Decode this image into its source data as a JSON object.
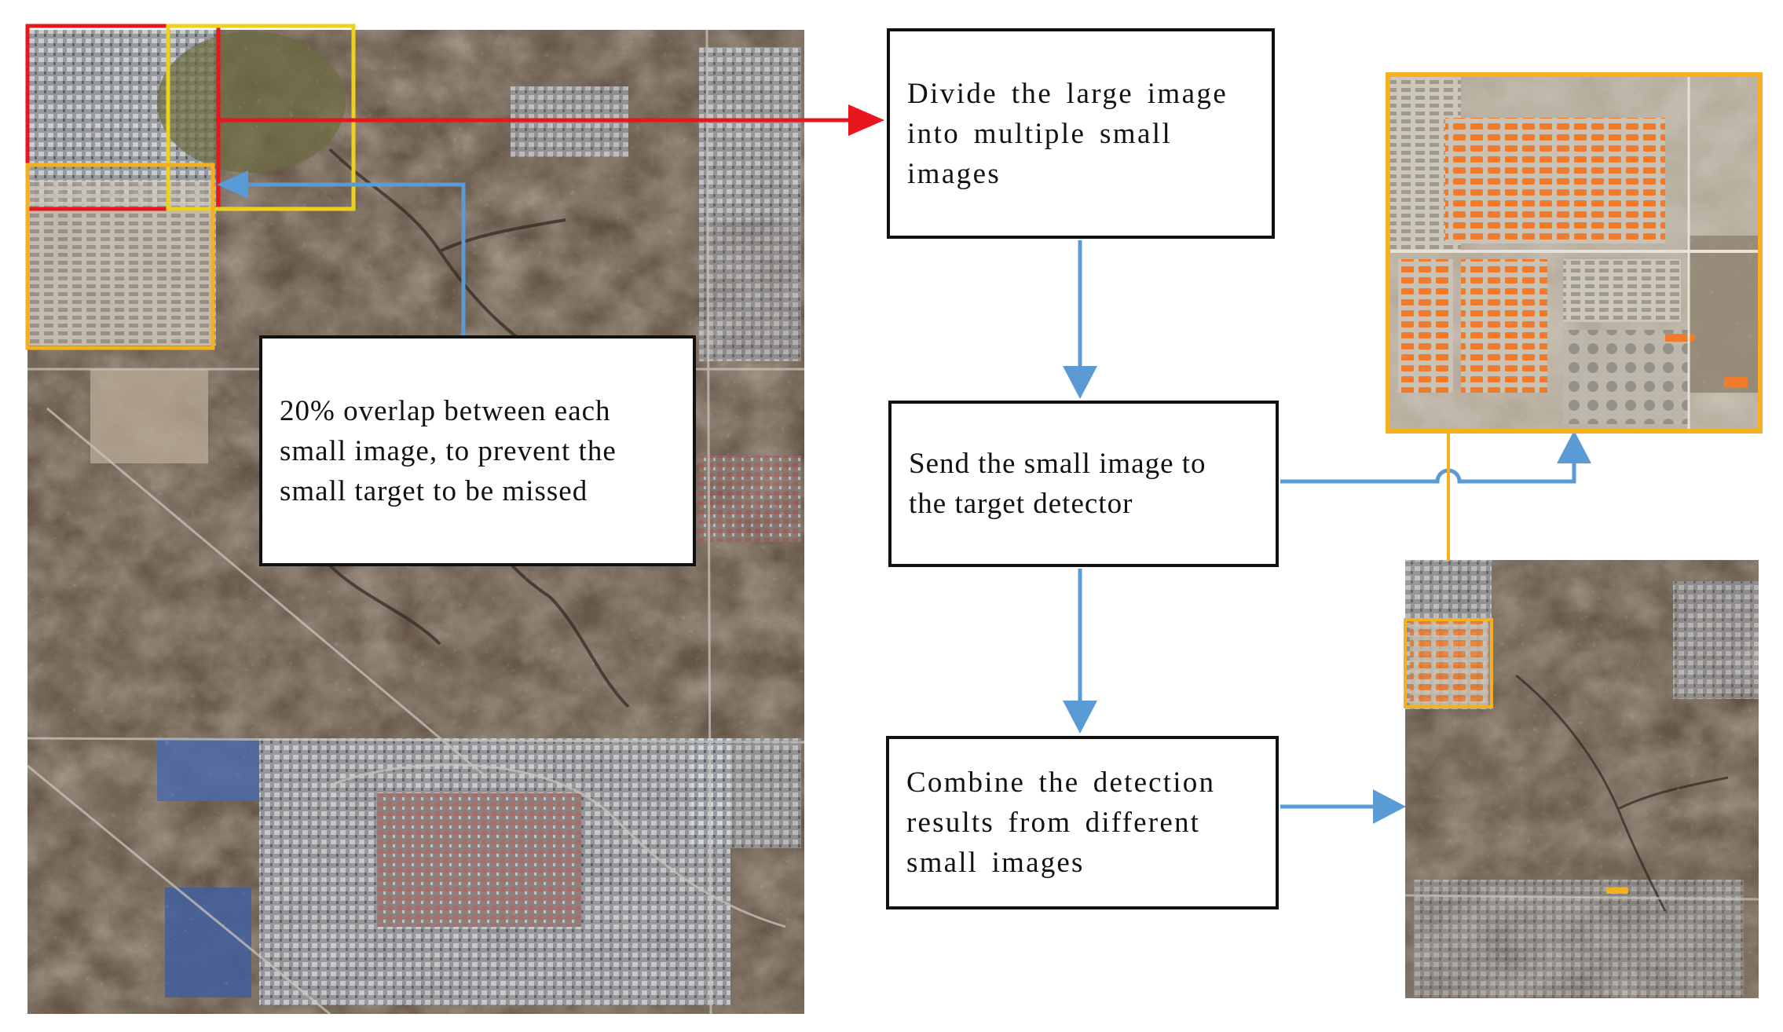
{
  "colors": {
    "tile_a_red": "#e8161d",
    "tile_b_yellow": "#ecd21c",
    "tile_c_orange": "#f4b01e",
    "flow_arrow_blue": "#5b9bd5",
    "result_link_orange": "#f4b01e",
    "detection_mark_orange": "#f07b2a",
    "box_border": "#111111"
  },
  "overlap_note": {
    "text": "20% overlap between each\nsmall image,   to prevent the\nsmall target to be missed"
  },
  "steps": [
    {
      "id": "divide",
      "text": "Divide the large image\ninto multiple small\nimages"
    },
    {
      "id": "send",
      "text": "Send the small image to\nthe target detector"
    },
    {
      "id": "combine",
      "text": "Combine the detection\nresults from different\nsmall images"
    }
  ]
}
